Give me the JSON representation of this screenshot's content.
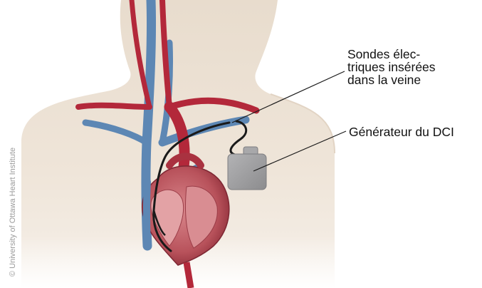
{
  "labels": {
    "leads_line1": "Sondes élec-",
    "leads_line2": "triques insérées",
    "leads_line3": "dans la veine",
    "generator": "Générateur du DCI"
  },
  "copyright": "© University of Ottawa Heart Institute",
  "colors": {
    "skin": "#ede1d3",
    "artery": "#b3283a",
    "vein": "#5d87b4",
    "heart": "#b8525b",
    "device": "#9d9d9f",
    "lead": "#1a1a1a"
  }
}
